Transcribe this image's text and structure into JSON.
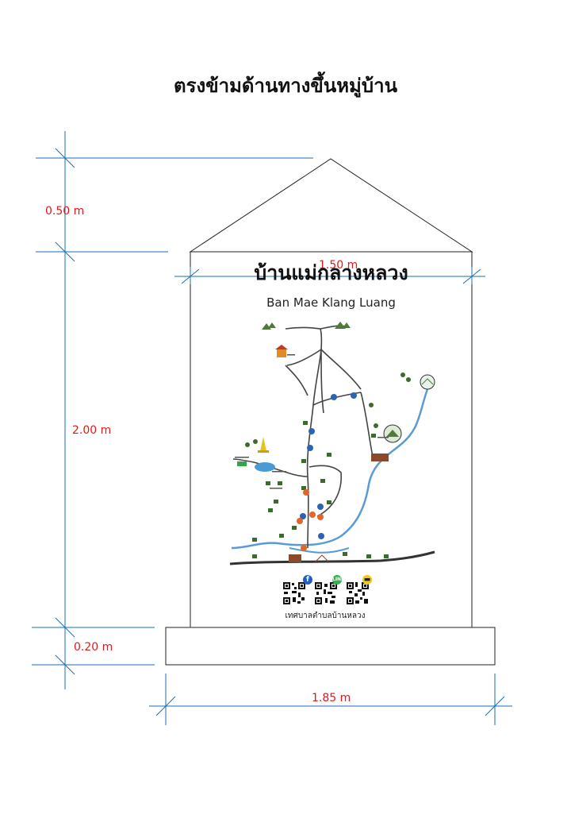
{
  "heading": "ตรงข้ามด้านทางขึ้นหมู่บ้าน",
  "sign": {
    "title_th": "บ้านแม่กลางหลวง",
    "title_en": "Ban Mae Klang Luang",
    "municipality": "เทศบาลตำบลบ้านหลวง",
    "qr_codes": [
      {
        "icon": "facebook-icon",
        "color": "#1f5fbf"
      },
      {
        "icon": "line-icon",
        "color": "#2fb34a"
      },
      {
        "icon": "taxi-icon",
        "color": "#f2c81a"
      }
    ]
  },
  "dimensions": {
    "roof_height": "0.50 m",
    "board_height": "2.00 m",
    "base_height": "0.20 m",
    "board_width": "1.50 m",
    "base_width": "1.85 m"
  },
  "colors": {
    "dimension_line": "#1a6fb5",
    "dimension_text": "#e0191b",
    "stream": "#5b9bd5"
  }
}
